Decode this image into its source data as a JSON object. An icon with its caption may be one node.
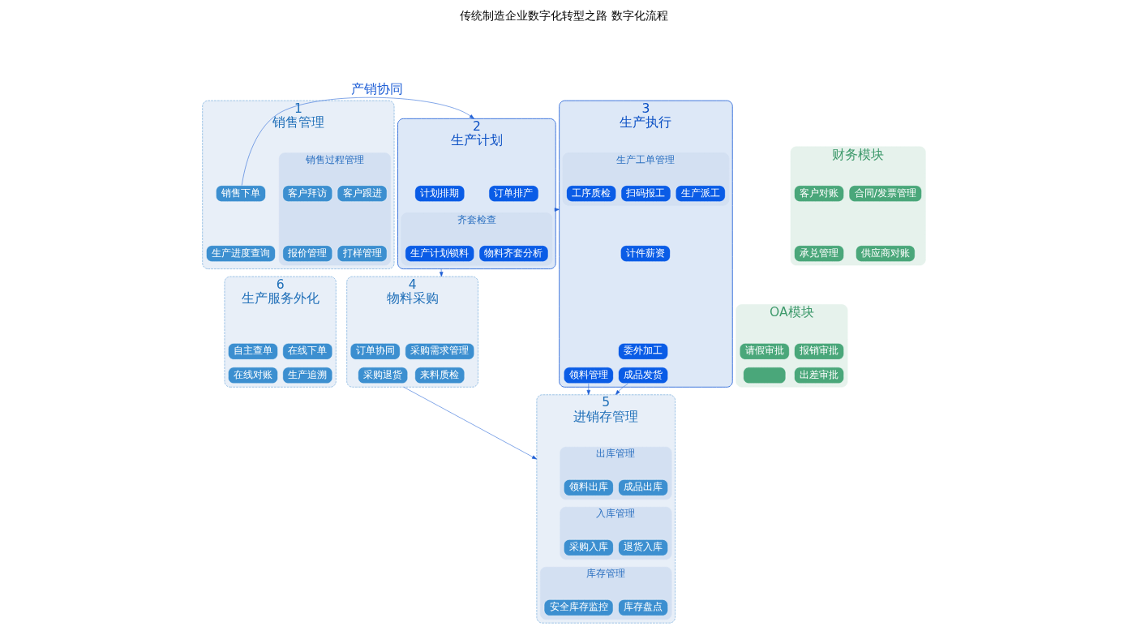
{
  "diagram": {
    "title": "传统制造企业数字化转型之路 数字化流程",
    "nodes": [
      {
        "text": [
          "1",
          "销售管理"
        ]
      },
      {
        "text": [
          "销售过程管理"
        ],
        "in": 0
      },
      {
        "text": [
          "客户跟进"
        ],
        "in": 1
      },
      {
        "text": [
          "客户拜访"
        ],
        "in": 1
      },
      {
        "text": [
          "打样管理"
        ],
        "in": 1
      },
      {
        "text": [
          "报价管理"
        ],
        "in": 1
      },
      {
        "text": [
          "销售下单"
        ],
        "in": 0
      },
      {
        "text": [
          "生产进度查询"
        ],
        "in": 0
      },
      {
        "text": [
          "2",
          "生产计划"
        ]
      },
      {
        "text": [
          "订单排产"
        ],
        "in": 8
      },
      {
        "text": [
          "计划排期"
        ],
        "in": 8
      },
      {
        "text": [
          "齐套检查"
        ],
        "in": 8
      },
      {
        "text": [
          "物料齐套分析"
        ],
        "in": 11
      },
      {
        "text": [
          "生产计划锁料"
        ],
        "in": 11
      },
      {
        "text": [
          "3",
          "生产执行"
        ]
      },
      {
        "text": [
          "生产工单管理"
        ],
        "in": 14
      },
      {
        "text": [
          "生产派工"
        ],
        "in": 15
      },
      {
        "text": [
          "扫码报工"
        ],
        "in": 15
      },
      {
        "text": [
          "工序质检"
        ],
        "in": 15
      },
      {
        "text": [
          "计件薪资"
        ],
        "in": 14
      },
      {
        "text": [
          "委外加工"
        ],
        "in": 14
      },
      {
        "text": [
          "领料管理"
        ],
        "in": 14
      },
      {
        "text": [
          "成品发货"
        ],
        "in": 14
      },
      {
        "text": [
          "财务模块"
        ]
      },
      {
        "text": [
          "合同/发票管理"
        ],
        "in": 23
      },
      {
        "text": [
          "客户对账"
        ],
        "in": 23
      },
      {
        "text": [
          "供应商对账"
        ],
        "in": 23
      },
      {
        "text": [
          "承兑管理"
        ],
        "in": 23
      },
      {
        "text": [
          "6",
          "生产服务外化"
        ]
      },
      {
        "text": [
          "在线下单"
        ],
        "in": 28
      },
      {
        "text": [
          "自主查单"
        ],
        "in": 28
      },
      {
        "text": [
          "生产追溯"
        ],
        "in": 28
      },
      {
        "text": [
          "在线对账"
        ],
        "in": 28
      },
      {
        "text": [
          "4",
          "物料采购"
        ]
      },
      {
        "text": [
          "采购需求管理"
        ],
        "in": 33
      },
      {
        "text": [
          "订单协同"
        ],
        "in": 33
      },
      {
        "text": [
          "来料质检"
        ],
        "in": 33
      },
      {
        "text": [
          "采购退货"
        ],
        "in": 33
      },
      {
        "text": [
          "5",
          "进销存管理"
        ]
      },
      {
        "text": [
          "出库管理"
        ],
        "in": 38
      },
      {
        "text": [
          "领料出库"
        ],
        "in": 39
      },
      {
        "text": [
          "成品出库"
        ],
        "in": 39
      },
      {
        "text": [
          "入库管理"
        ],
        "in": 38
      },
      {
        "text": [
          "采购入库"
        ],
        "in": 42
      },
      {
        "text": [
          "退货入库"
        ],
        "in": 42
      },
      {
        "text": [
          "库存管理"
        ],
        "in": 38
      },
      {
        "text": [
          "安全库存监控"
        ],
        "in": 45
      },
      {
        "text": [
          "库存盘点"
        ],
        "in": 45
      },
      {
        "text": [
          "OA模块"
        ]
      },
      {
        "text": [
          "报销审批"
        ],
        "in": 48
      },
      {
        "text": [
          "请假审批"
        ],
        "in": 48
      },
      {
        "text": [
          "出差审批"
        ],
        "in": 48
      },
      {
        "text": [],
        "shape": "box",
        "in": 48
      }
    ],
    "edges": [
      {
        "from": 6,
        "to": 8,
        "arrow": "to",
        "label": "产销协同"
      },
      {
        "from": 8,
        "to": 14,
        "arrow": "to"
      },
      {
        "from": 8,
        "to": 33,
        "arrow": "to"
      },
      {
        "from": 21,
        "to": 38,
        "arrow": "to"
      },
      {
        "from": 22,
        "to": 38,
        "arrow": "to"
      },
      {
        "from": 33,
        "to": 38,
        "arrow": "to"
      }
    ]
  }
}
